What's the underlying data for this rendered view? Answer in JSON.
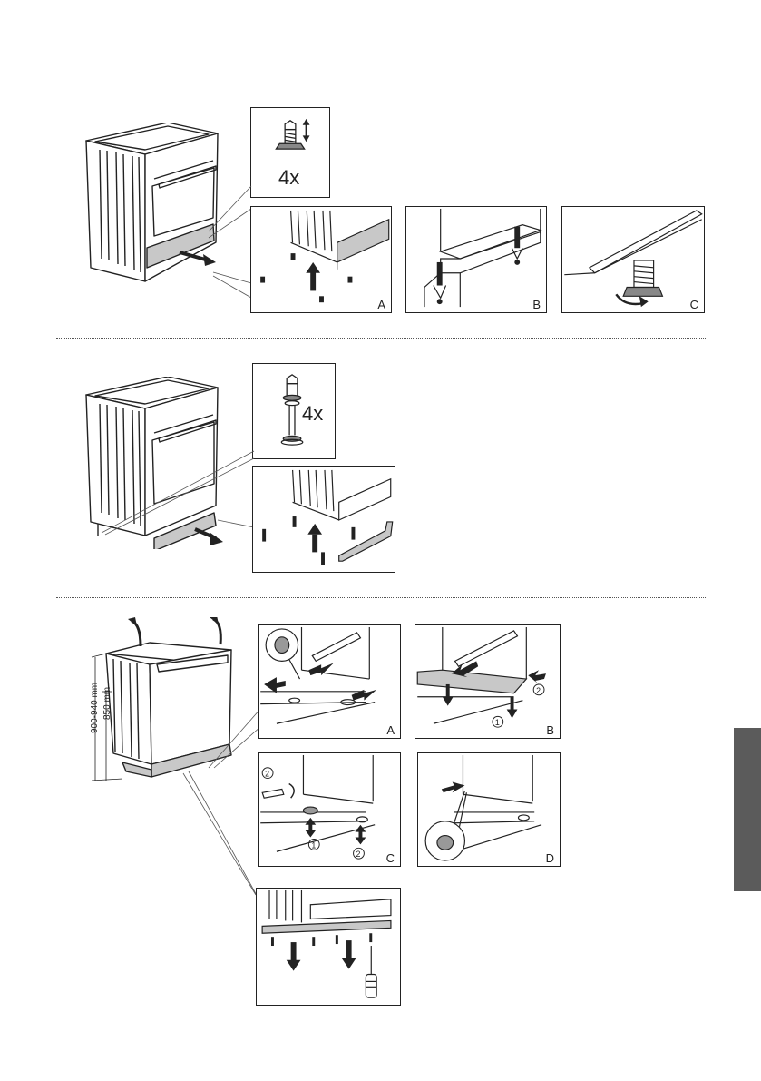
{
  "section1": {
    "qty_label": "4x",
    "panels": [
      {
        "label": "A"
      },
      {
        "label": "B"
      },
      {
        "label": "C"
      }
    ]
  },
  "section2": {
    "qty_label": "4x"
  },
  "section3": {
    "dim_outer": "900-940 mm",
    "dim_inner": "850 mm",
    "panels": [
      {
        "label": "A"
      },
      {
        "label": "B",
        "step1": "1",
        "step2": "2"
      },
      {
        "label": "C",
        "step1": "1",
        "step2": "2",
        "step2b": "2"
      },
      {
        "label": "D"
      }
    ]
  },
  "colors": {
    "side_tab": "#5b5b5b",
    "plinth_gray": "#c8c8c8"
  }
}
